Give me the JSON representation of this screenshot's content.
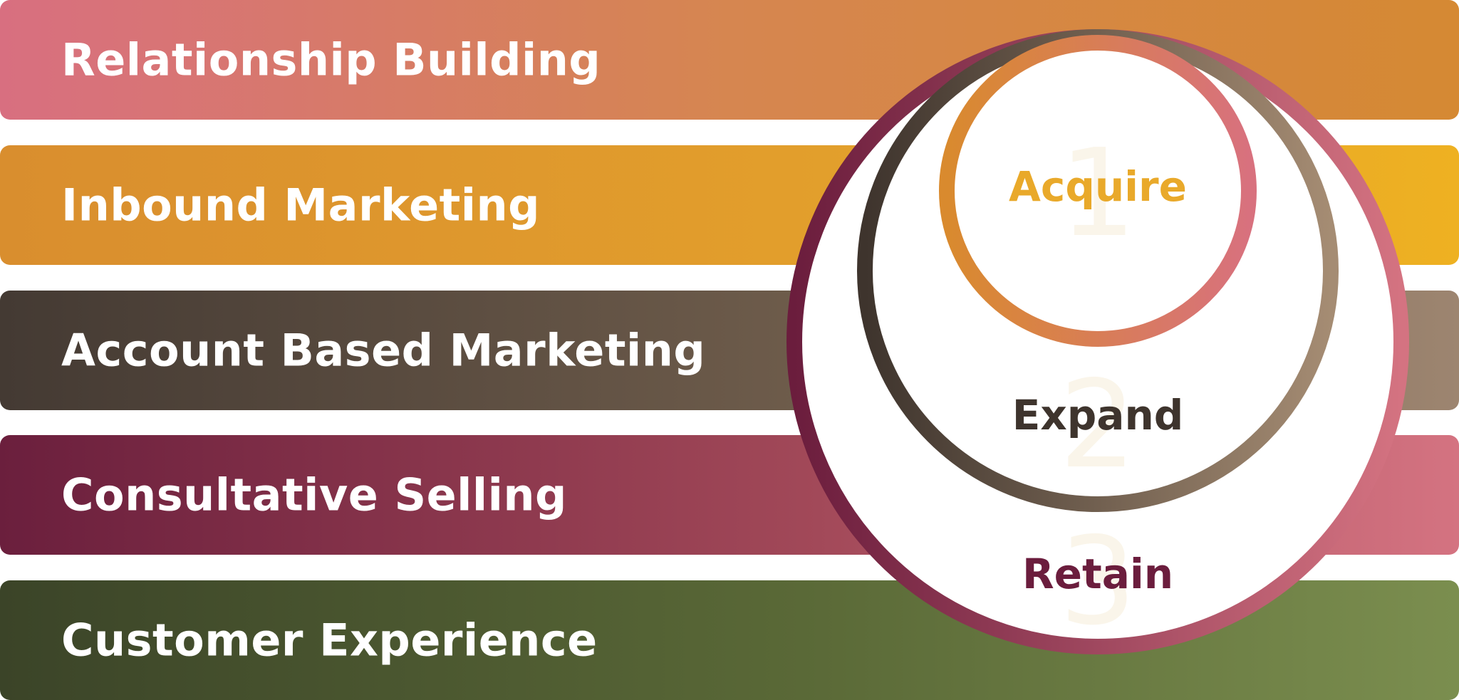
{
  "bands": [
    {
      "label": "Relationship Building"
    },
    {
      "label": "Inbound Marketing"
    },
    {
      "label": "Account Based Marketing"
    },
    {
      "label": "Consultative Selling"
    },
    {
      "label": "Customer Experience"
    }
  ],
  "stages": [
    {
      "number": "1",
      "label": "Acquire",
      "color": "#e9a92a"
    },
    {
      "number": "2",
      "label": "Expand",
      "color": "#3e342d"
    },
    {
      "number": "3",
      "label": "Retain",
      "color": "#6b1d3d"
    }
  ],
  "colors": {
    "relationship_building": "#d58933",
    "inbound_marketing": "#e3a02c",
    "account_based_marketing": "#6e5c4b",
    "consultative_selling": "#a14858",
    "customer_experience": "#5a6937"
  }
}
